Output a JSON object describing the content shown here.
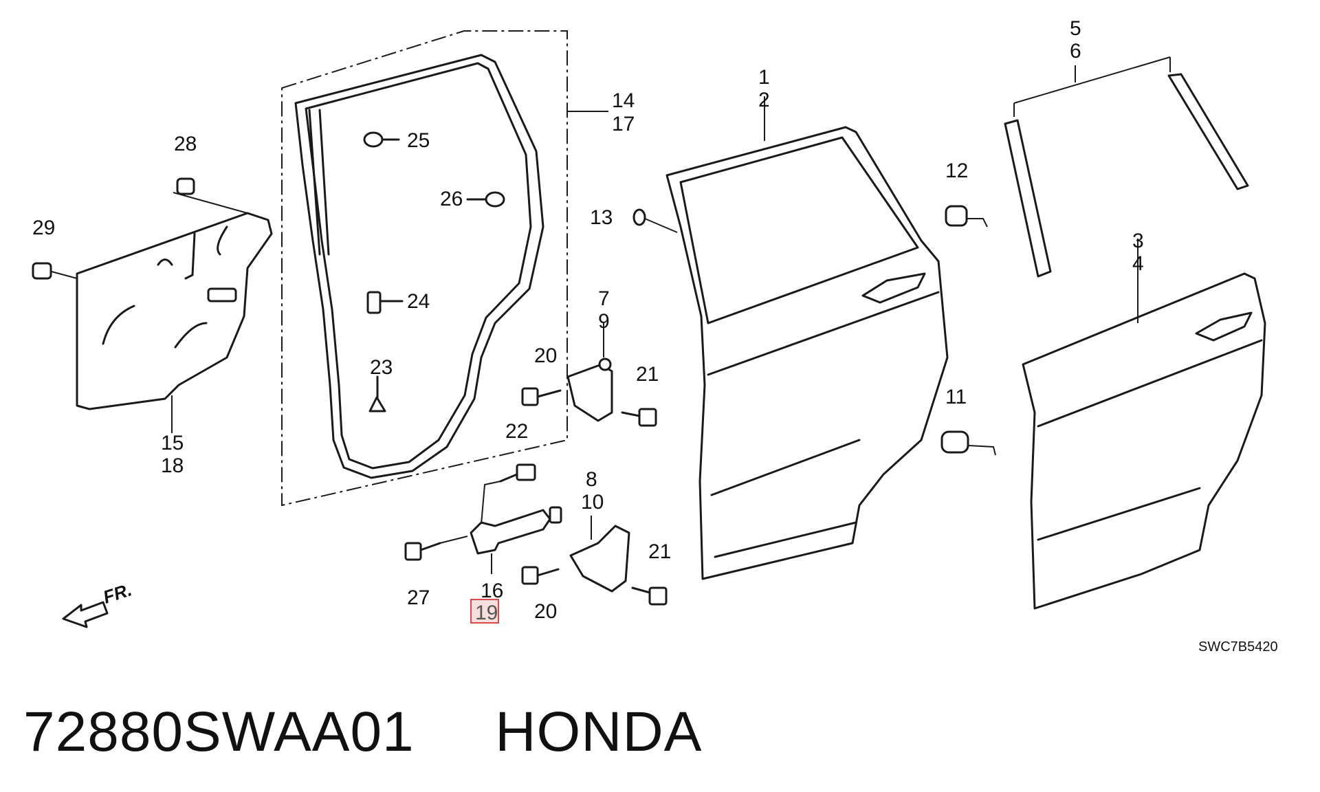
{
  "labels": {
    "l1": "1",
    "l2": "2",
    "l3": "3",
    "l4": "4",
    "l5": "5",
    "l6": "6",
    "l7": "7",
    "l8": "8",
    "l9": "9",
    "l10": "10",
    "l11": "11",
    "l12": "12",
    "l13": "13",
    "l14": "14",
    "l15": "15",
    "l16": "16",
    "l17": "17",
    "l18": "18",
    "l19": "19",
    "l20a": "20",
    "l20b": "20",
    "l21a": "21",
    "l21b": "21",
    "l22": "22",
    "l23": "23",
    "l24": "24",
    "l25": "25",
    "l26": "26",
    "l27": "27",
    "l28": "28",
    "l29": "29"
  },
  "direction_label": "FR.",
  "diagram_code": "SWC7B5420",
  "footer": {
    "part_number": "72880SWAA01",
    "brand": "HONDA"
  },
  "colors": {
    "highlight": "#d94a4a",
    "line": "#1a1a1a"
  }
}
